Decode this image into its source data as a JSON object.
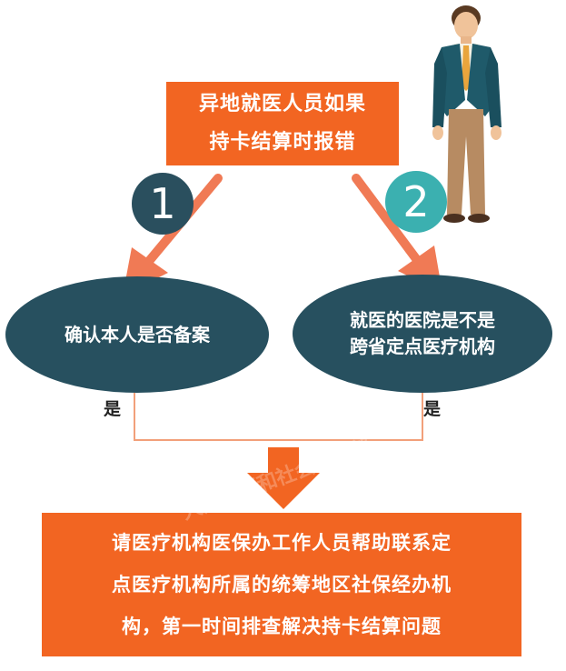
{
  "top_box": {
    "lines": [
      "异地就医人员如果",
      "持卡结算时报错"
    ]
  },
  "branch_1": {
    "number": "1",
    "text_lines": [
      "确认本人是否备案"
    ],
    "yes_label": "是"
  },
  "branch_2": {
    "number": "2",
    "text_lines": [
      "就医的医院是不是",
      "跨省定点医疗机构"
    ],
    "yes_label": "是"
  },
  "bottom_box": {
    "lines": [
      "请医疗机构医保办工作人员帮助联系定",
      "点医疗机构所属的统筹地区社保经办机",
      "构，第一时间排查解决持卡结算问题"
    ]
  },
  "watermark": "人力资源和社会保障部",
  "colors": {
    "orange": "#f26522",
    "dark_teal": "#27505f",
    "light_teal": "#3bb0b0",
    "arrow": "#f07a55",
    "connector": "#f2a07a"
  }
}
